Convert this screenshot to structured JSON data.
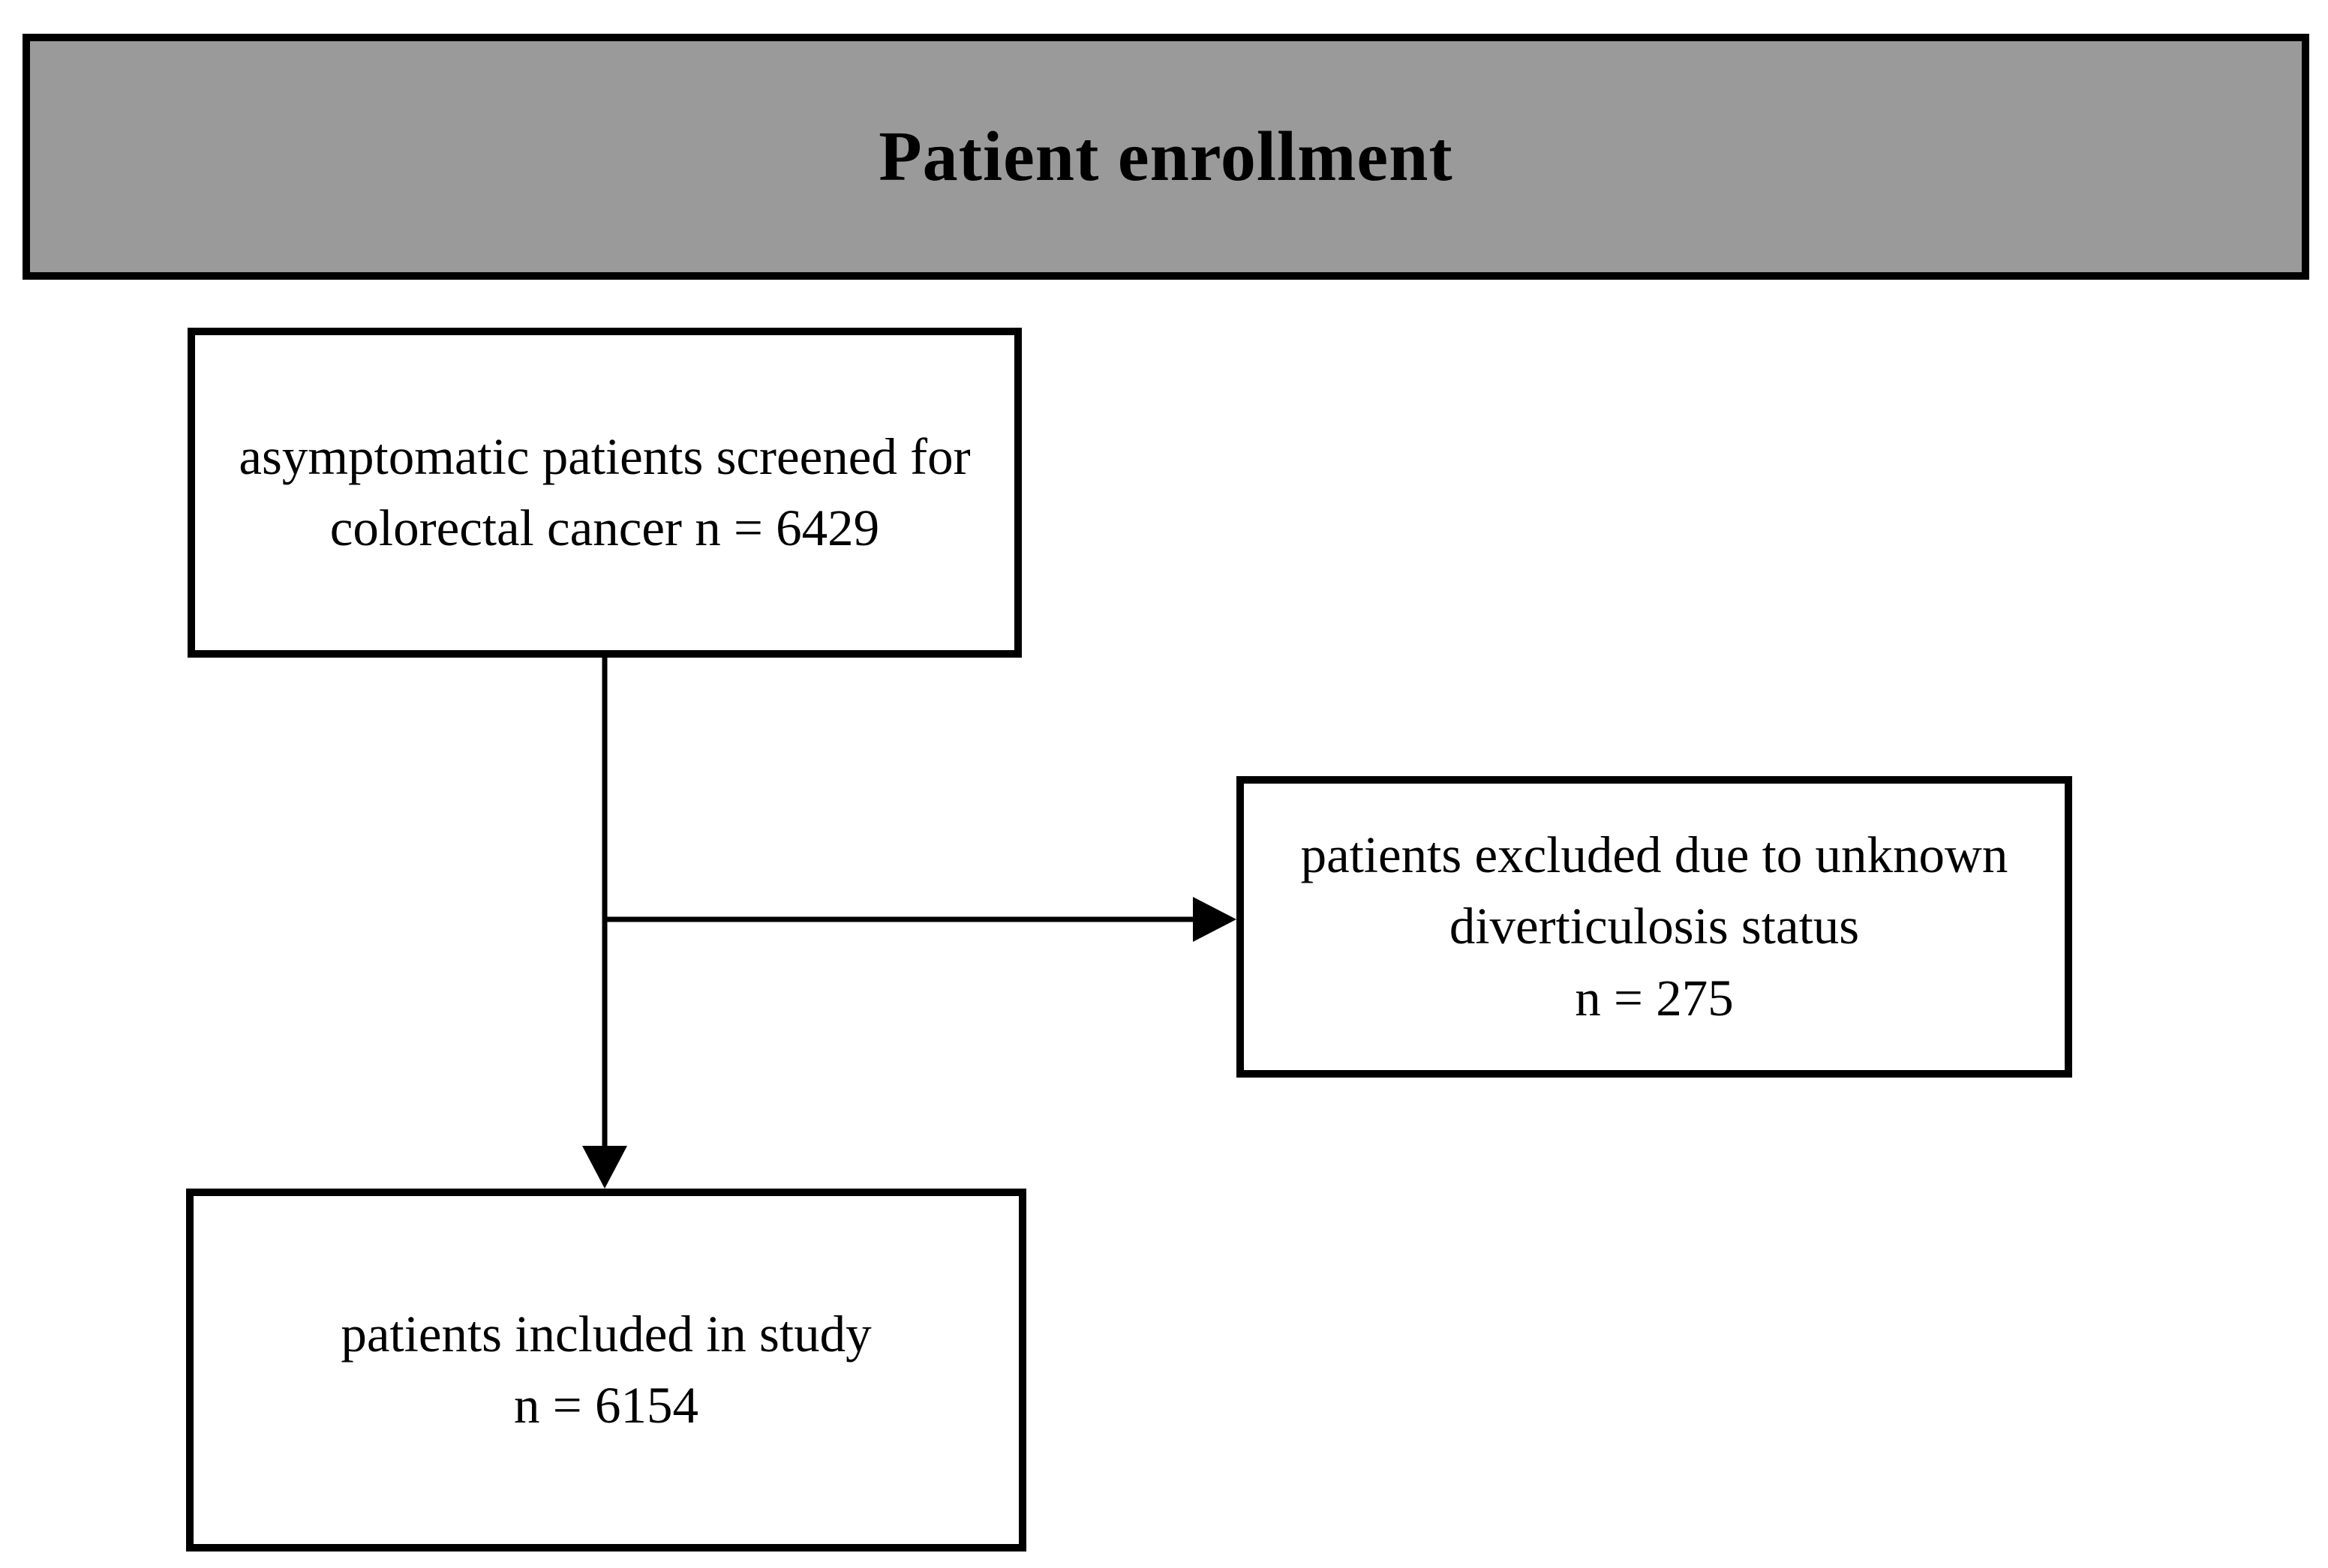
{
  "figure": {
    "title": "Patient enrollment",
    "boxes": {
      "screened": {
        "lines": [
          "asymptomatic patients screened for",
          "colorectal cancer n = 6429"
        ]
      },
      "excluded": {
        "lines": [
          "patients excluded due to unknown",
          "diverticulosis status",
          "n = 275"
        ]
      },
      "included": {
        "lines": [
          "patients included in study",
          "n = 6154"
        ]
      }
    },
    "colors": {
      "header_fill": "#9a9a9a",
      "border": "#000000",
      "background": "#ffffff"
    }
  }
}
